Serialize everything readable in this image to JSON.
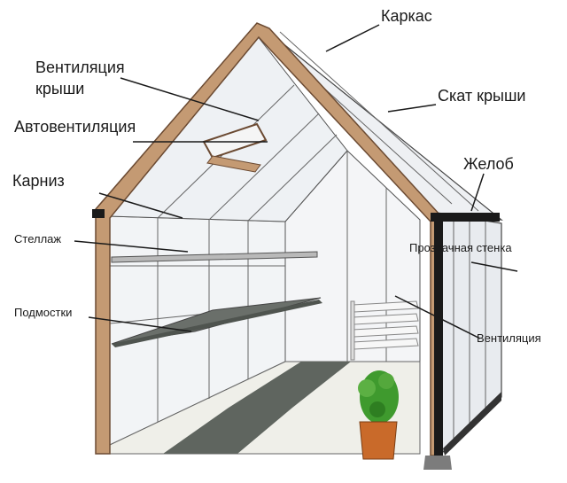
{
  "labels": {
    "karkas": "Каркас",
    "ventilyatsiya_kryshi_line1": "Вентиляция",
    "ventilyatsiya_kryshi_line2": "крыши",
    "avtoventilyatsiya": "Автовентиляция",
    "skat_kryshi": "Скат крыши",
    "zhelob": "Желоб",
    "karniz": "Карниз",
    "stellazh": "Стеллаж",
    "prozrachnaya_stenka": "Прозрачная стенка",
    "podmostki": "Подмостки",
    "ventilyatsiya": "Вентиляция"
  },
  "colors": {
    "frame": "#c49a73",
    "frame_outline": "#6b4a32",
    "wall_panel": "#f1f3f6",
    "shadow_panel": "#dfe3e8",
    "floor_path": "#5f655f",
    "floor": "#efefe9",
    "gutter": "#1a1a1a",
    "plant": "#3f9a2e",
    "pot": "#c96a2a",
    "leader_line": "#1a1a1a"
  }
}
